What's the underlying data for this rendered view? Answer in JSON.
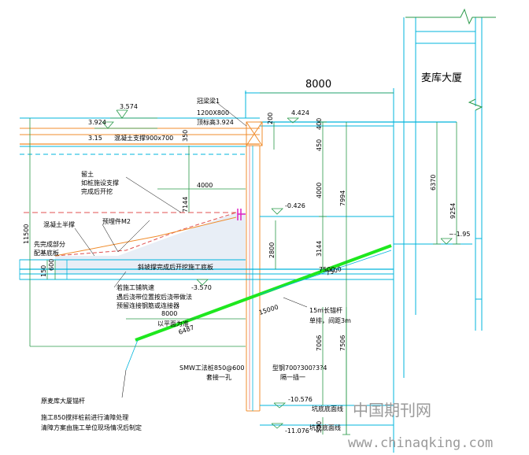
{
  "building": {
    "name": "麦库大厦"
  },
  "dimensions": {
    "top_width": "8000",
    "d4000_horizontal": "4000",
    "d200": "200",
    "d400": "400",
    "d350": "350",
    "d450": "450",
    "d4000_vertical": "4000",
    "d7994": "7994",
    "d7144": "7144",
    "d2800": "2800",
    "d3144": "3144",
    "d11500": "11500",
    "d600": "600",
    "d150": "150",
    "d6370": "6370",
    "d9254": "9254",
    "d7500_lower": "7500",
    "d7500_upper": "7500",
    "d15000": "15000",
    "d6487": "6487",
    "d8000_bottom": "8000",
    "d7006": "7006",
    "d7506": "7506",
    "d500": "500"
  },
  "elevations": {
    "e3574": "3.574",
    "e3924": "3.924",
    "e315": "3.15",
    "e4424": "4.424",
    "e0426": "-0.426",
    "e3570": "-3.570",
    "e195": "~-1.95",
    "e10576": "-10.576",
    "e11076": "-11.076"
  },
  "labels": {
    "concrete_strut": "混凝土支撑900x700",
    "crown_beam_1": "冠梁梁1",
    "crown_beam_2": "1200X800",
    "crown_beam_3": "顶标高3.924",
    "soil_1": "留土",
    "soil_2": "如桩施设支撑",
    "soil_3": "完成后开挖",
    "half_strut": "混凝土半撑",
    "embed_plate": "预埋件M2",
    "complete_1": "先完成部分",
    "complete_2": "配基底板",
    "slope_strut": "斜坡撑完成后开挖施工底板",
    "note_1": "若施工铺筑速",
    "note_2": "遇后浇带位置按后浇带做法",
    "note_3": "预留连接钢筋或连接器",
    "by_column": "以平面为准",
    "anchor_1": "15m长锚杆",
    "anchor_2": "单排，间距3m",
    "smw": "SMW工法桩850@600",
    "smw_2": "套接一孔",
    "steel_1": "型钢700?300?3?4",
    "steel_2": "隔一插一",
    "base_line_1": "坑底底面线",
    "base_line_2": "坑底底面线",
    "old_anchor": "原麦库大厦锚杆",
    "note_bottom_1": "施工850搅拌桩前进行清障处理",
    "note_bottom_2": "清障方案由施工单位现场情况后制定"
  },
  "watermark": {
    "cn": "中国期刊网",
    "url": "www.chinaqking.com"
  },
  "colors": {
    "cyan": "#00b4dc",
    "green_strut": "#1ee81e",
    "orange": "#f08c2c",
    "dim_green": "#2a9a4a",
    "magenta": "#e020c0",
    "red": "#e05050"
  }
}
